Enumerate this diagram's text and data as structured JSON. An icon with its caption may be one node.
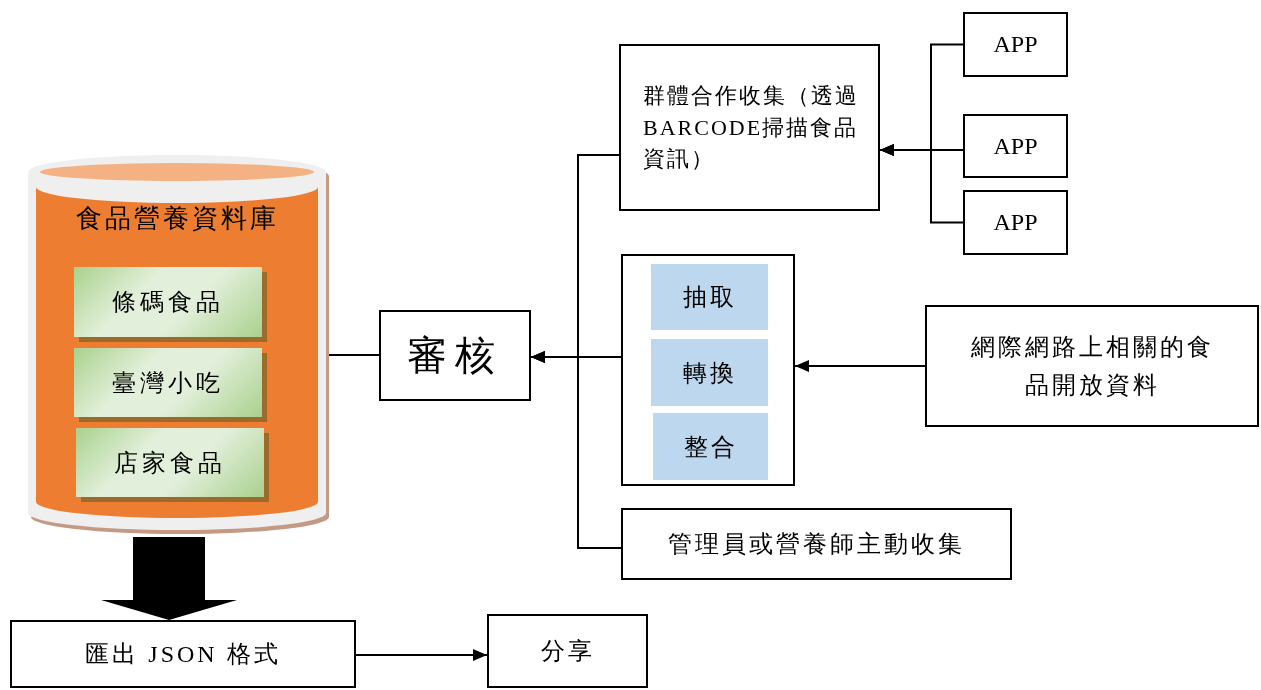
{
  "diagram": {
    "nodes": [
      {
        "text": [
          "食品營養資料庫"
        ]
      },
      {
        "text": [
          "條碼食品"
        ],
        "in": 0
      },
      {
        "text": [
          "臺灣小吃"
        ],
        "in": 0
      },
      {
        "text": [
          "店家食品"
        ],
        "in": 0
      },
      {
        "text": [
          "審核"
        ]
      },
      {
        "text": [
          "群體合作收集（透過 BARCODE掃描食品資訊）"
        ]
      },
      {
        "text": [
          "APP"
        ]
      },
      {
        "text": [
          "APP"
        ]
      },
      {
        "text": [
          "APP"
        ]
      },
      {
        "text": [],
        "shape": "box"
      },
      {
        "text": [
          "抽取"
        ],
        "in": 9
      },
      {
        "text": [
          "轉換"
        ],
        "in": 9
      },
      {
        "text": [
          "整合"
        ],
        "in": 9
      },
      {
        "text": [
          "網際網路上相關的食品開放資料"
        ]
      },
      {
        "text": [
          "管理員或營養師主動收集"
        ]
      },
      {
        "text": [
          "匯出 JSON 格式"
        ]
      },
      {
        "text": [
          "分享"
        ]
      }
    ],
    "edges": [
      {
        "from": 6,
        "to": 5,
        "arrow": "to"
      },
      {
        "from": 7,
        "to": 5,
        "arrow": "to"
      },
      {
        "from": 8,
        "to": 5,
        "arrow": "to"
      },
      {
        "from": 13,
        "to": 9,
        "arrow": "to"
      },
      {
        "from": 5,
        "to": 4,
        "arrow": "to"
      },
      {
        "from": 9,
        "to": 4,
        "arrow": "to"
      },
      {
        "from": 14,
        "to": 4,
        "arrow": "to"
      },
      {
        "from": 4,
        "to": 0,
        "arrow": "none"
      },
      {
        "from": 0,
        "to": 15,
        "arrow": "to",
        "style": "thick"
      },
      {
        "from": 15,
        "to": 16,
        "arrow": "to"
      }
    ]
  }
}
